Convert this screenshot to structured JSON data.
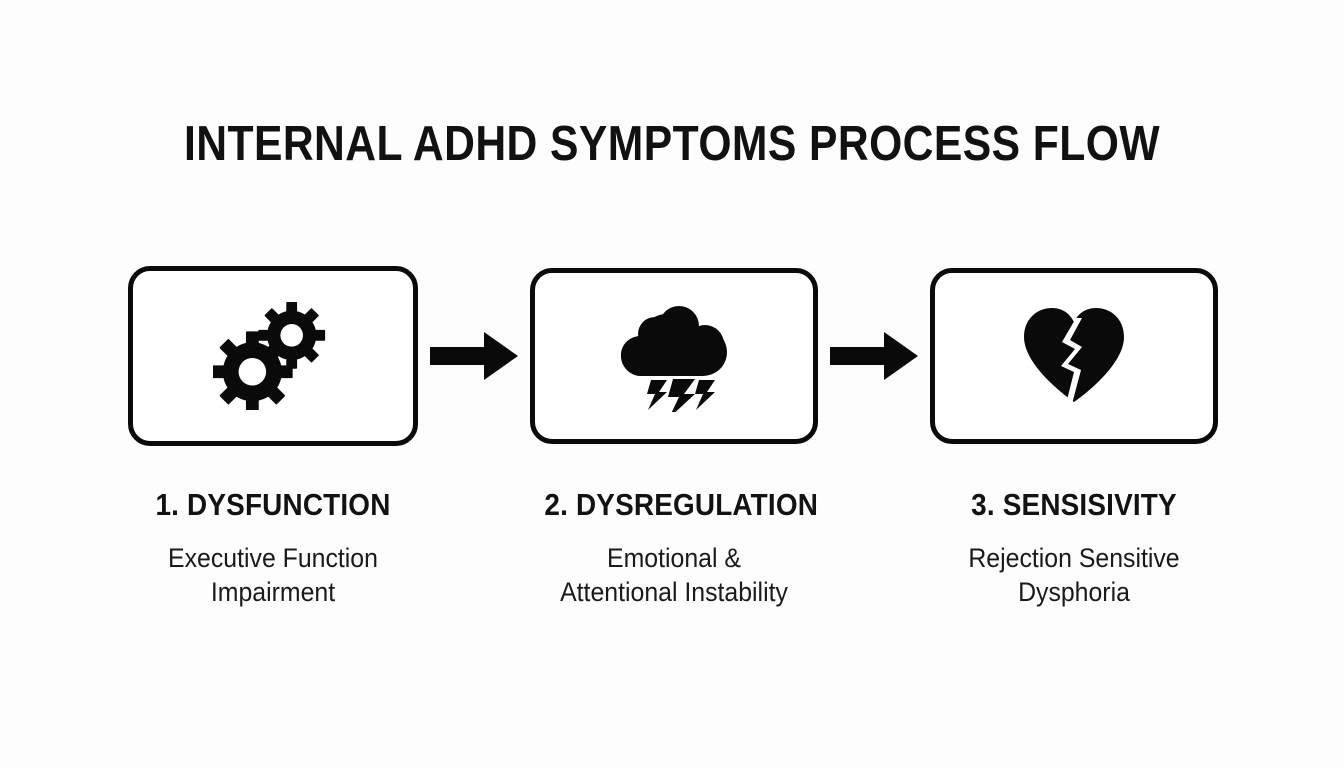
{
  "page": {
    "title": "INTERNAL ADHD SYMPTOMS PROCESS FLOW",
    "background_color": "#fdfdfe",
    "ink_color": "#0a0a0a"
  },
  "flow": {
    "arrow_icon_name": "right-arrow-icon",
    "steps": [
      {
        "icon": "gears-icon",
        "heading": "1. DYSFUNCTION",
        "description": "Executive Function Impairment"
      },
      {
        "icon": "storm-cloud-lightning-icon",
        "heading": "2. DYSREGULATION",
        "description": "Emotional & Attentional Instability"
      },
      {
        "icon": "broken-heart-icon",
        "heading": "3. SENSISIVITY",
        "description": "Rejection Sensitive Dysphoria"
      }
    ]
  }
}
